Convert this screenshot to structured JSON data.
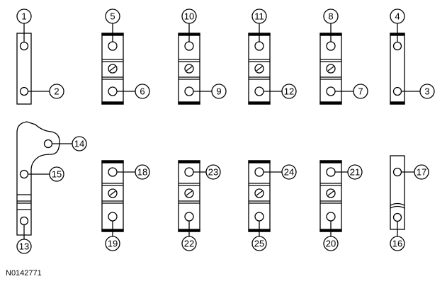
{
  "figure_id": "N0142771",
  "colors": {
    "line": "#000000",
    "fill": "#ffffff",
    "bar": "#000000"
  },
  "callouts": {
    "c1": "1",
    "c2": "2",
    "c3": "3",
    "c4": "4",
    "c5": "5",
    "c6": "6",
    "c7": "7",
    "c8": "8",
    "c9": "9",
    "c10": "10",
    "c11": "11",
    "c12": "12",
    "c13": "13",
    "c14": "14",
    "c15": "15",
    "c16": "16",
    "c17": "17",
    "c18": "18",
    "c19": "19",
    "c20": "20",
    "c21": "21",
    "c22": "22",
    "c23": "23",
    "c24": "24",
    "c25": "25"
  }
}
